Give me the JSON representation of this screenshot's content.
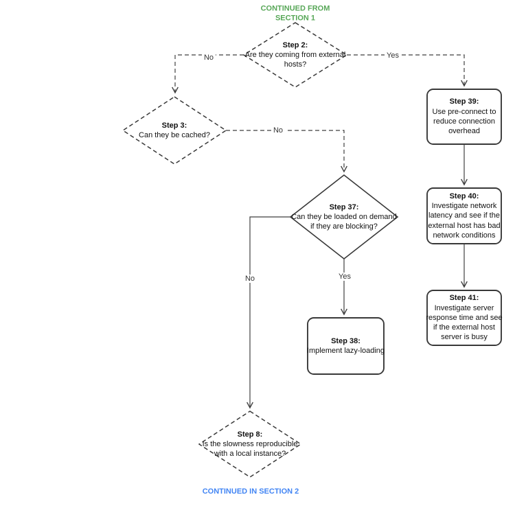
{
  "labels": {
    "continued_from": "CONTINUED FROM SECTION 1",
    "continued_in": "CONTINUED IN SECTION 2"
  },
  "colors": {
    "continued_from": "#58a758",
    "continued_in": "#4285f4",
    "line": "#3f3f3f"
  },
  "nodes": {
    "step2": {
      "shape": "diamond",
      "border": "dashed",
      "title": "Step 2:",
      "text": "Are they coming from external hosts?"
    },
    "step3": {
      "shape": "diamond",
      "border": "dashed",
      "title": "Step 3:",
      "text": "Can they be cached?"
    },
    "step37": {
      "shape": "diamond",
      "border": "solid",
      "title": "Step 37:",
      "text": "Can they be loaded on demand if they are blocking?"
    },
    "step38": {
      "shape": "box",
      "border": "solid",
      "title": "Step 38:",
      "text": "Implement lazy-loading"
    },
    "step39": {
      "shape": "box",
      "border": "solid",
      "title": "Step 39:",
      "text": "Use pre-connect to reduce connection overhead"
    },
    "step40": {
      "shape": "box",
      "border": "solid",
      "title": "Step 40:",
      "text": "Investigate network latency and see if the external host has bad network conditions"
    },
    "step41": {
      "shape": "box",
      "border": "solid",
      "title": "Step 41:",
      "text": "Investigate server response time and see if the external host server is busy"
    },
    "step8": {
      "shape": "diamond",
      "border": "dashed",
      "title": "Step 8:",
      "text": "Is the slowness reproducible with a local instance?"
    }
  },
  "edges": {
    "step2_no": "No",
    "step2_yes": "Yes",
    "step3_no": "No",
    "step37_yes": "Yes",
    "step37_no": "No"
  }
}
